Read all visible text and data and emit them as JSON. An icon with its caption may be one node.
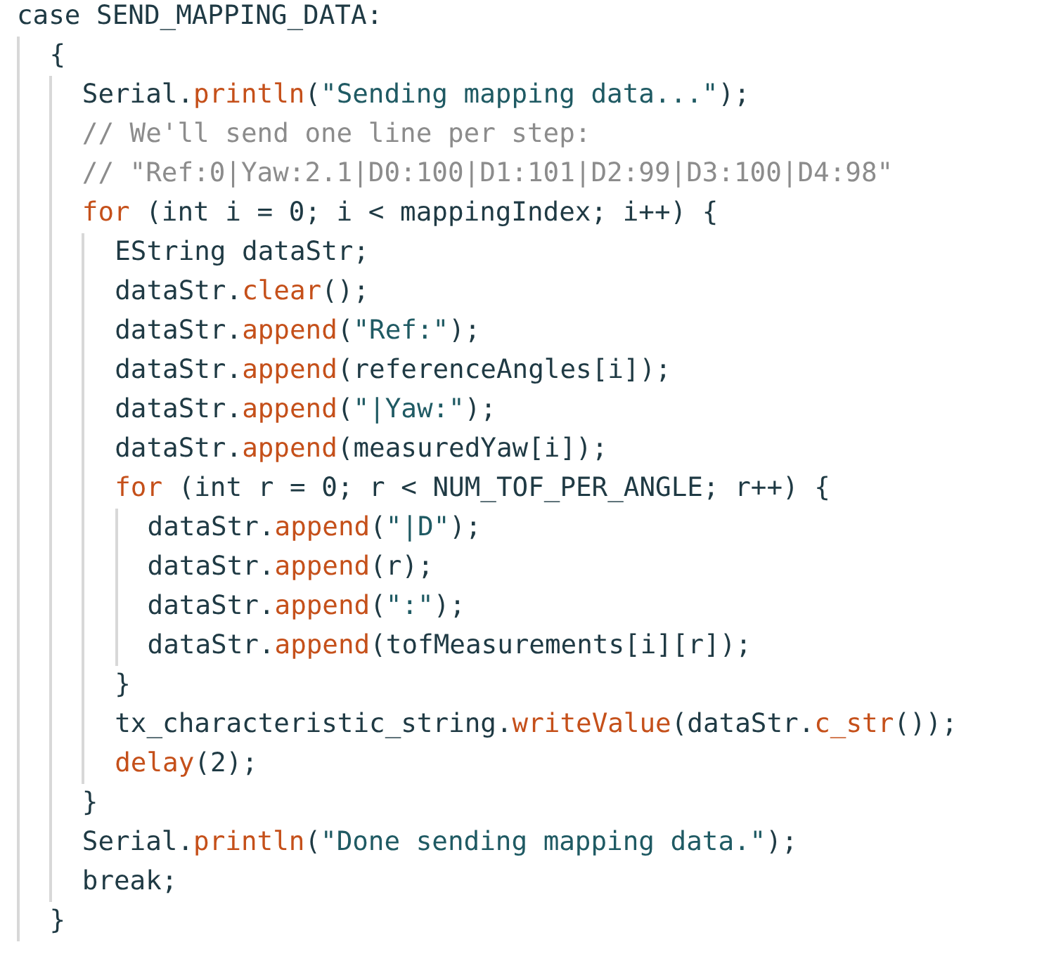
{
  "diagram": {
    "labels": [
      "case SEND_MAPPING_DATA:",
      "{",
      "Serial.println(\"Sending mapping data...\");",
      "// We'll send one line per step:",
      "// \"Ref:0|Yaw:2.1|D0:100|D1:101|D2:99|D3:100|D4:98\"",
      "for (int i = 0; i < mappingIndex; i++) {",
      "EString dataStr;",
      "dataStr.clear();",
      "dataStr.append(\"Ref:\");",
      "dataStr.append(referenceAngles[i]);",
      "dataStr.append(\"|Yaw:\");",
      "dataStr.append(measuredYaw[i]);",
      "for (int r = 0; r < NUM_TOF_PER_ANGLE; r++) {",
      "dataStr.append(\"|D\");",
      "dataStr.append(r);",
      "dataStr.append(\":\");",
      "dataStr.append(tofMeasurements[i][r]);",
      "}",
      "tx_characteristic_string.writeValue(dataStr.c_str());",
      "delay(2);",
      "}",
      "Serial.println(\"Done sending mapping data.\");",
      "break;",
      "}"
    ]
  }
}
